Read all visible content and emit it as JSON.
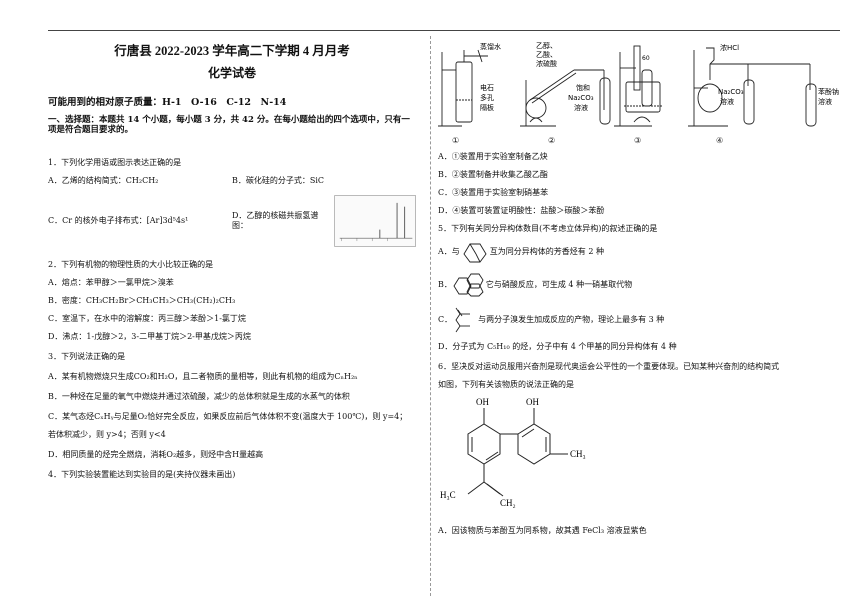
{
  "header": {
    "title": "行唐县 2022-2023 学年高二下学期 4 月月考",
    "subtitle": "化学试卷"
  },
  "mass_line": "可能用到的相对原子质量：H-1　O-16　C-12　N-14",
  "section1": "一、选择题：本题共 14 个小题，每小题 3 分，共 42 分。在每小题给出的四个选项中，只有一项是符合题目要求的。",
  "q1": {
    "stem": "1．下列化学用语或图示表达正确的是",
    "A": "A．乙烯的结构简式：CH₂CH₂",
    "B": "B．碳化硅的分子式：SiC",
    "C": "C．Cr 的核外电子排布式：[Ar]3d⁵4s¹",
    "D": "D．乙醇的核磁共振氢谱图："
  },
  "q2": {
    "stem": "2．下列有机物的物理性质的大小比较正确的是",
    "A": "A．熔点：苯甲醇＞一氯甲烷＞溴苯",
    "B": "B．密度：CH₃CH₂Br＞CH₃CH₃＞CH₃(CH₂)₂CH₃",
    "C": "C．室温下，在水中的溶解度：丙三醇＞苯酚＞1-氯丁烷",
    "D": "D．沸点：1-戊醇＞2，3-二甲基丁烷＞2-甲基戊烷＞丙烷"
  },
  "q3": {
    "stem": "3．下列说法正确的是",
    "A": "A．某有机物燃烧只生成CO₂和H₂O，且二者物质的量相等，则此有机物的组成为CₙH₂ₙ",
    "B": "B．一种烃在足量的氧气中燃烧并通过浓硫酸，减少的总体积就是生成的水蒸气的体积",
    "C1": "C．某气态烃CₓHᵧ与足量O₂恰好完全反应，如果反应前后气体体积不变(温度大于 100℃)，则 y=4；",
    "C2": "若体积减少，则 y>4；否则 y<4",
    "D": "D．相同质量的烃完全燃烧，消耗O₂越多，则烃中含H量越高"
  },
  "q4": {
    "stem": "4．下列实验装置能达到实验目的是(夹持仪器未画出)"
  },
  "apparatus": {
    "labels": {
      "water": "蒸馏水",
      "stone": "电石",
      "porous": "多孔",
      "plate": "隔板",
      "reagents1": "乙醇、",
      "reagents2": "乙酸、",
      "reagents3": "浓硫酸",
      "sat": "饱和",
      "na2co3": "Na₂CO₃",
      "sol": "溶液",
      "temp": "60",
      "hcl": "浓HCl",
      "na2co3b": "Na₂CO₃",
      "solb": "溶液",
      "phenolate": "苯酚钠",
      "solc": "溶液"
    },
    "nums": [
      "①",
      "②",
      "③",
      "④"
    ]
  },
  "q4opts": {
    "A": "A．①装置用于实验室制备乙炔",
    "B": "B．②装置制备并收集乙酸乙酯",
    "C": "C．③装置用于实验室制硝基苯",
    "D": "D．④装置可装置证明酸性：盐酸＞碳酸＞苯酚"
  },
  "q5": {
    "stem": "5．下列有关同分异构体数目(不考虑立体异构)的叙述正确的是",
    "A_pre": "A．与",
    "A_post": "互为同分异构体的芳香烃有 2 种",
    "B_pre": "B．",
    "B_post": "它与硝酸反应，可生成 4 种一硝基取代物",
    "C_pre": "C．",
    "C_post": "与两分子溴发生加成反应的产物，理论上最多有 3 种",
    "D": "D．分子式为 C₅H₁₀ 的烃，分子中有 4 个甲基的同分异构体有 4 种"
  },
  "q6": {
    "stem1": "6．坚决反对运动员服用兴奋剂是现代奥运会公平性的一个重要体现。已知某种兴奋剂的结构简式",
    "stem2": "如图，下列有关该物质的说法正确的是",
    "oh1": "OH",
    "oh2": "OH",
    "ch3": "CH₃",
    "h3c": "H₃C",
    "ch2": "CH₂",
    "A": "A．因该物质与苯酚互为同系物，故其遇 FeCl₃ 溶液显紫色"
  }
}
